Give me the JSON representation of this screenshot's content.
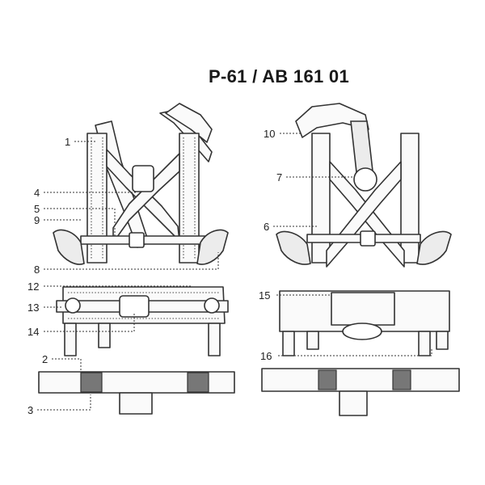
{
  "title": "P-61 / AB 161 01",
  "callouts": [
    {
      "label": "1"
    },
    {
      "label": "2"
    },
    {
      "label": "3"
    },
    {
      "label": "4"
    },
    {
      "label": "5"
    },
    {
      "label": "6"
    },
    {
      "label": "7"
    },
    {
      "label": "8"
    },
    {
      "label": "9"
    },
    {
      "label": "10"
    },
    {
      "label": "12"
    },
    {
      "label": "13"
    },
    {
      "label": "14"
    },
    {
      "label": "15"
    },
    {
      "label": "16"
    }
  ]
}
